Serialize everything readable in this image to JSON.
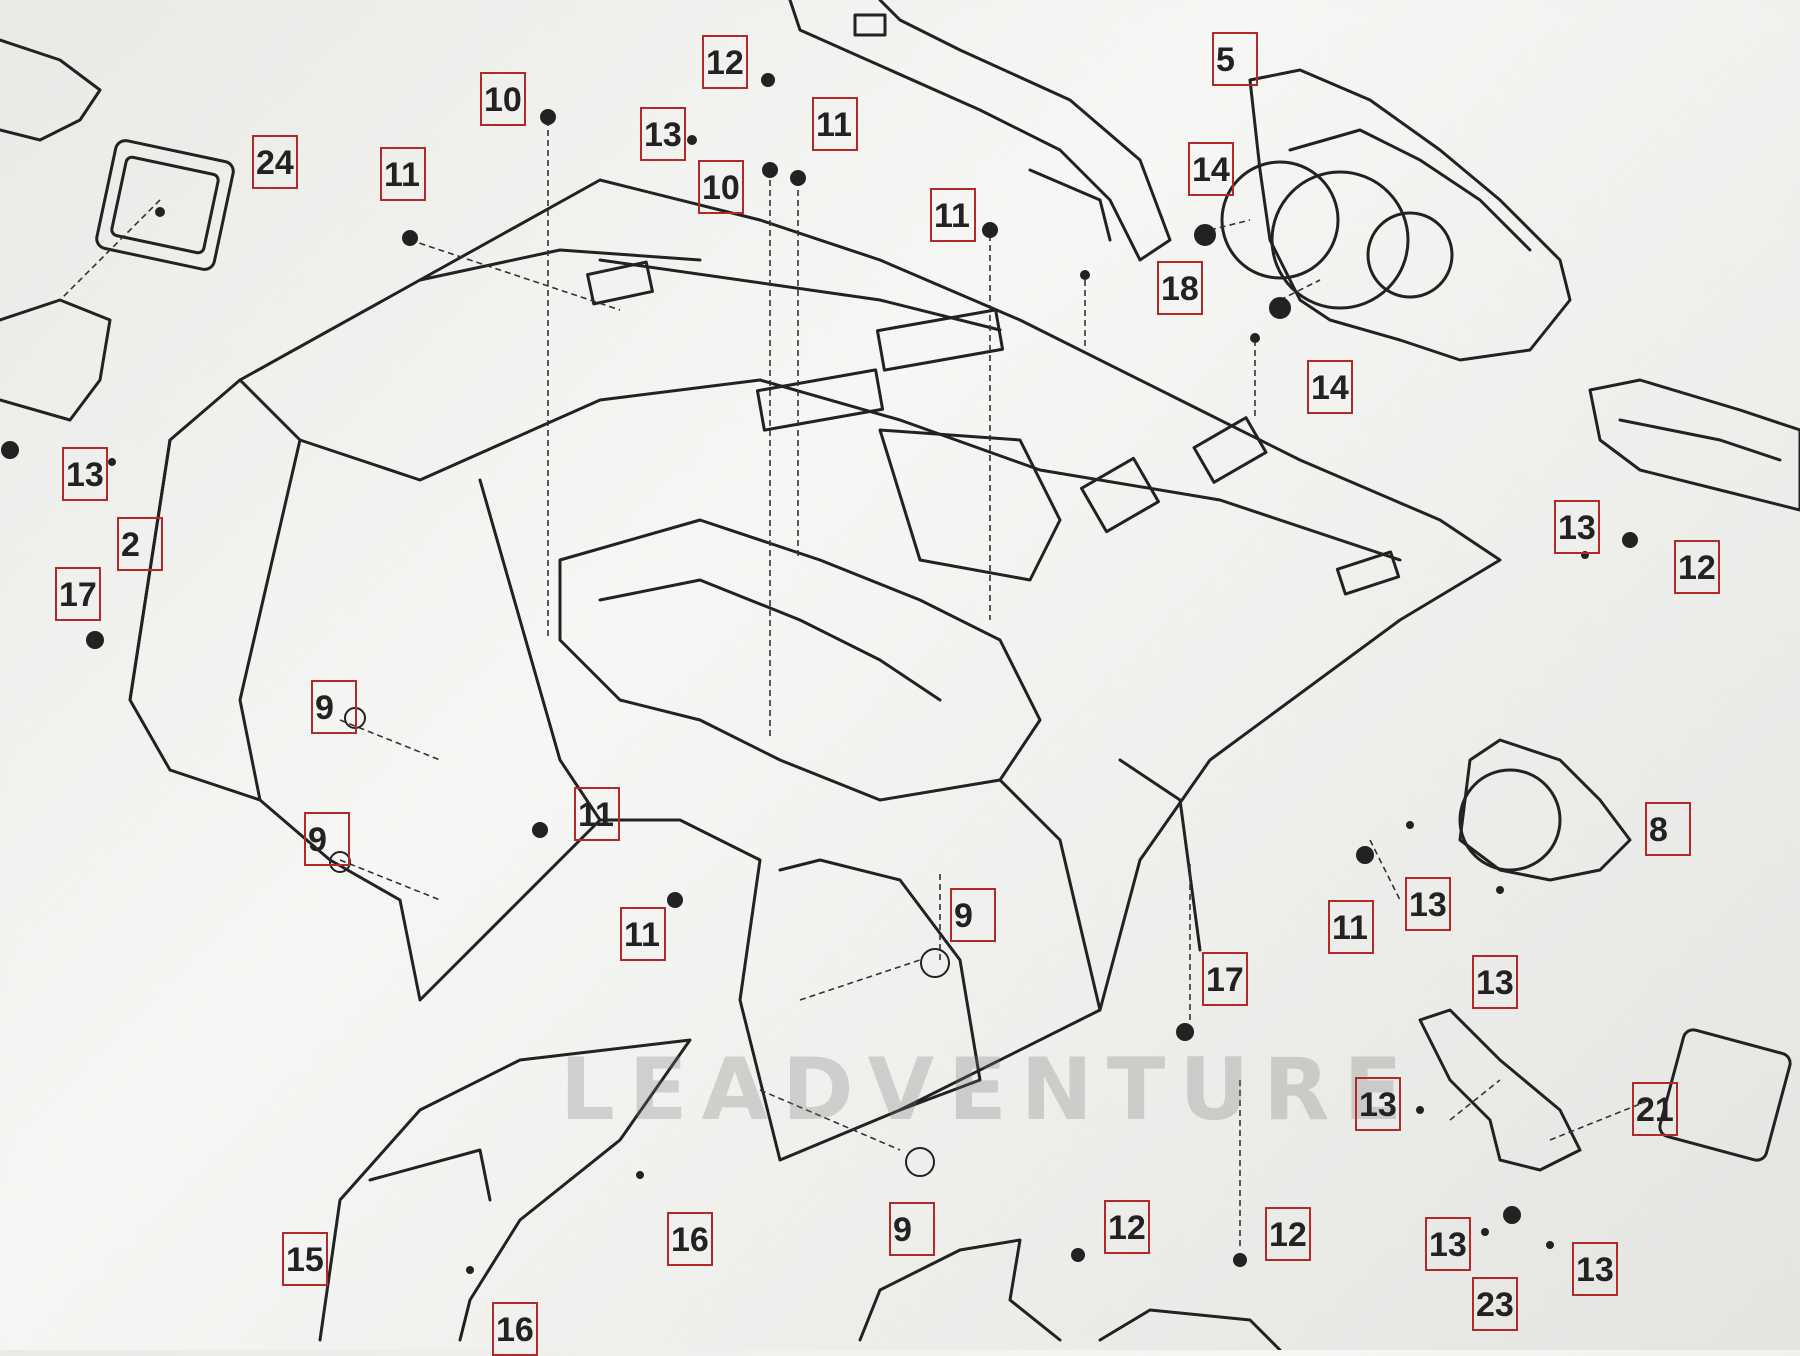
{
  "watermark": "LEADVENTURE",
  "colors": {
    "callout_border": "#b02a2a",
    "line": "#222222",
    "background": "#eeeeec"
  },
  "callouts": [
    {
      "label": "24"
    },
    {
      "label": "11"
    },
    {
      "label": "10"
    },
    {
      "label": "12"
    },
    {
      "label": "13"
    },
    {
      "label": "10"
    },
    {
      "label": "11"
    },
    {
      "label": "11"
    },
    {
      "label": "5"
    },
    {
      "label": "14"
    },
    {
      "label": "18"
    },
    {
      "label": "14"
    },
    {
      "label": "13"
    },
    {
      "label": "2"
    },
    {
      "label": "17"
    },
    {
      "label": "9"
    },
    {
      "label": "9"
    },
    {
      "label": "11"
    },
    {
      "label": "11"
    },
    {
      "label": "9"
    },
    {
      "label": "13"
    },
    {
      "label": "12"
    },
    {
      "label": "8"
    },
    {
      "label": "11"
    },
    {
      "label": "13"
    },
    {
      "label": "13"
    },
    {
      "label": "17"
    },
    {
      "label": "13"
    },
    {
      "label": "21"
    },
    {
      "label": "15"
    },
    {
      "label": "16"
    },
    {
      "label": "16"
    },
    {
      "label": "9"
    },
    {
      "label": "12"
    },
    {
      "label": "12"
    },
    {
      "label": "13"
    },
    {
      "label": "23"
    },
    {
      "label": "13"
    }
  ]
}
